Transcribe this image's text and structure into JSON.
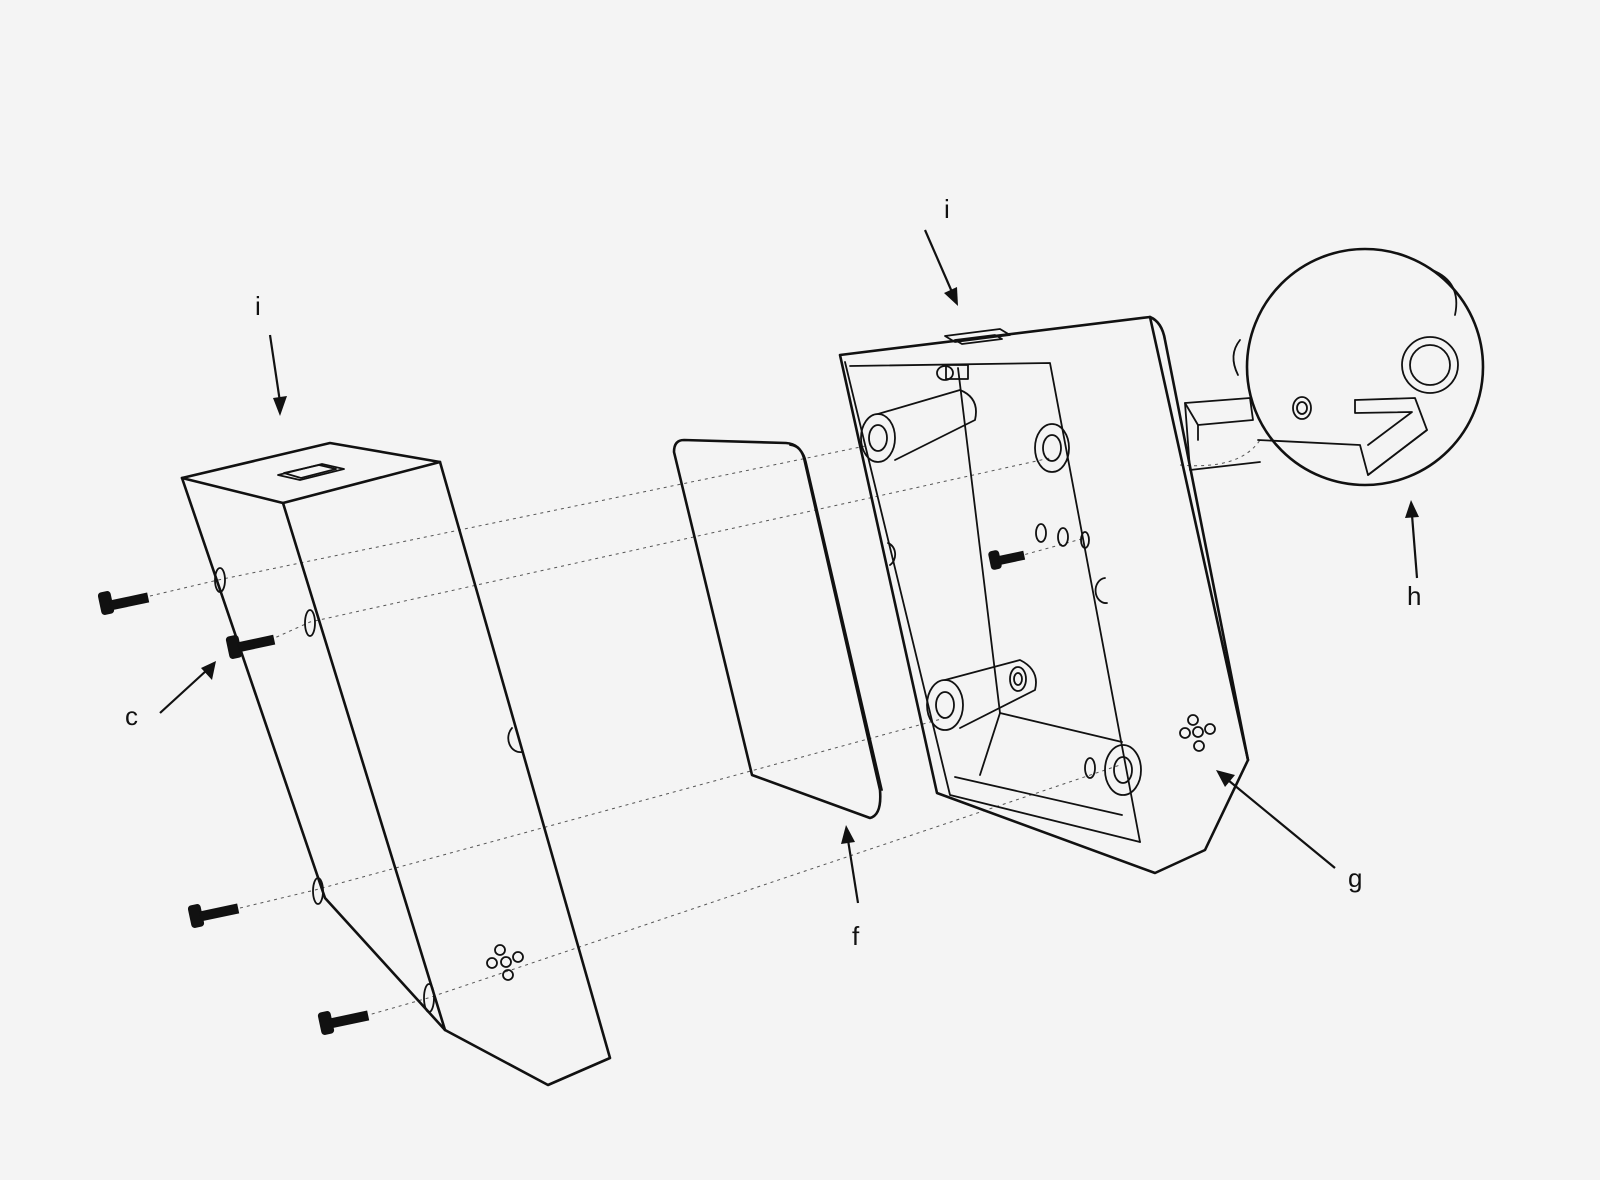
{
  "labels": {
    "i_left": "i",
    "i_right": "i",
    "c": "c",
    "f": "f",
    "g": "g",
    "h": "h"
  },
  "colors": {
    "ink": "#111111",
    "background": "#f4f4f4"
  }
}
